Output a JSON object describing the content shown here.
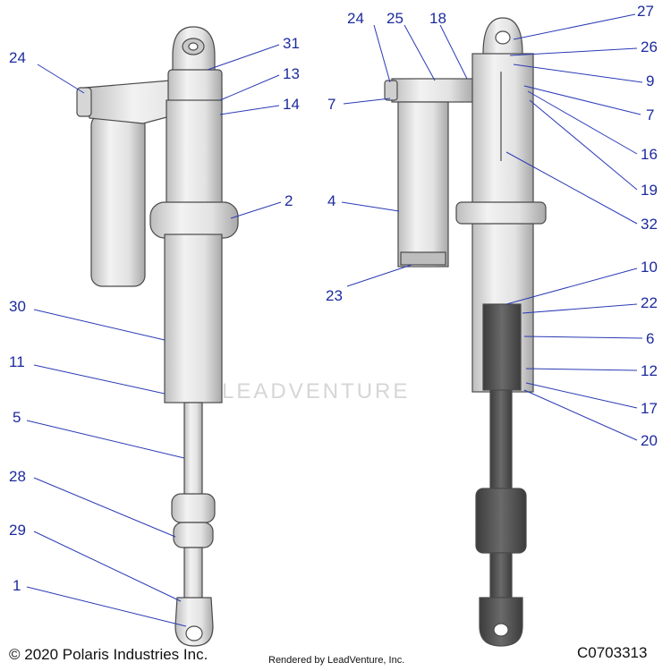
{
  "diagram": {
    "callouts_left": [
      {
        "id": "c31",
        "label": "31"
      },
      {
        "id": "c13",
        "label": "13"
      },
      {
        "id": "c14",
        "label": "14"
      },
      {
        "id": "c24",
        "label": "24"
      },
      {
        "id": "c2",
        "label": "2"
      },
      {
        "id": "c30",
        "label": "30"
      },
      {
        "id": "c11",
        "label": "11"
      },
      {
        "id": "c5",
        "label": "5"
      },
      {
        "id": "c28",
        "label": "28"
      },
      {
        "id": "c29",
        "label": "29"
      },
      {
        "id": "c1",
        "label": "1"
      }
    ],
    "callouts_right": [
      {
        "id": "r24",
        "label": "24"
      },
      {
        "id": "r25",
        "label": "25"
      },
      {
        "id": "r18",
        "label": "18"
      },
      {
        "id": "r27",
        "label": "27"
      },
      {
        "id": "r26",
        "label": "26"
      },
      {
        "id": "r9",
        "label": "9"
      },
      {
        "id": "r7a",
        "label": "7"
      },
      {
        "id": "r7b",
        "label": "7"
      },
      {
        "id": "r16",
        "label": "16"
      },
      {
        "id": "r19",
        "label": "19"
      },
      {
        "id": "r32",
        "label": "32"
      },
      {
        "id": "r4",
        "label": "4"
      },
      {
        "id": "r10",
        "label": "10"
      },
      {
        "id": "r23",
        "label": "23"
      },
      {
        "id": "r22",
        "label": "22"
      },
      {
        "id": "r6",
        "label": "6"
      },
      {
        "id": "r12",
        "label": "12"
      },
      {
        "id": "r17",
        "label": "17"
      },
      {
        "id": "r20",
        "label": "20"
      }
    ]
  },
  "watermark": "LEADVENTURE",
  "footer": {
    "copyright": "© 2020 Polaris Industries Inc.",
    "rendered_by": "Rendered by LeadVenture, Inc.",
    "code": "C0703313"
  },
  "colors": {
    "callout_text": "#1c2a9e",
    "leader_line": "#2b3bb5",
    "part_fill": "#e4e4e4",
    "section_fill": "#5a5a5a"
  }
}
